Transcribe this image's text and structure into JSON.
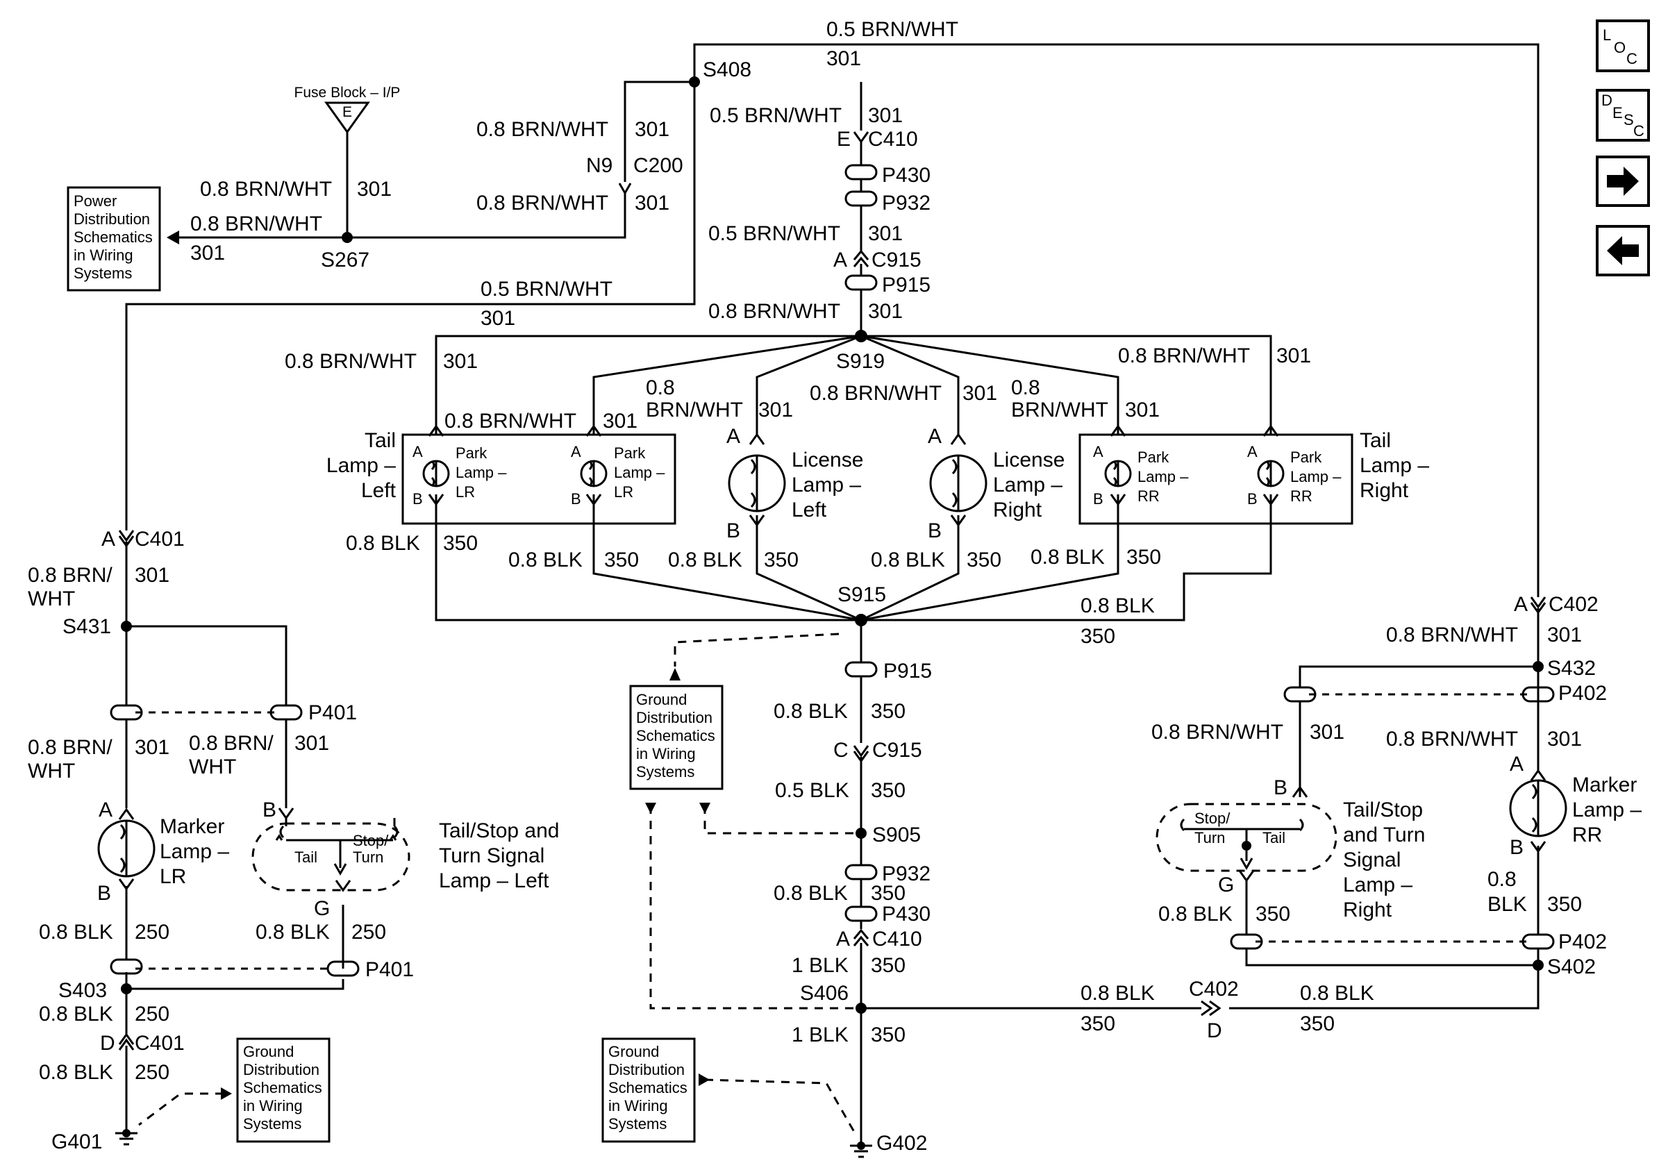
{
  "nav": {
    "loc": {
      "l": "L",
      "o": "O",
      "c": "C"
    },
    "desc": {
      "d": "D",
      "e": "E",
      "s": "S",
      "c": "C"
    },
    "next_icon": "arrow-right-icon",
    "prev_icon": "arrow-left-icon"
  },
  "wire": {
    "brnwht_05": "0.5 BRN/WHT",
    "brnwht_08": "0.8 BRN/WHT",
    "brnwht_08_split1": "0.8 BRN/",
    "brnwht_08_split2": "WHT",
    "brn_08_split1": "0.8",
    "brn_08_split2": "BRN/WHT",
    "blk_08": "0.8 BLK",
    "blk_05": "0.5 BLK",
    "blk_1": "1 BLK",
    "blk_08_split1": "0.8",
    "blk_08_split2": "BLK",
    "c301": "301",
    "c350": "350",
    "c250": "250"
  },
  "splices": {
    "s408": "S408",
    "s267": "S267",
    "s919": "S919",
    "s915": "S915",
    "s431": "S431",
    "s403": "S403",
    "s905": "S905",
    "s406": "S406",
    "s432": "S432",
    "s402": "S402"
  },
  "connectors": {
    "c410": "C410",
    "c200": "C200",
    "n9": "N9",
    "p430": "P430",
    "p932": "P932",
    "c915": "C915",
    "p915": "P915",
    "c401": "C401",
    "p401": "P401",
    "c402": "C402",
    "p402": "P402",
    "g401": "G401",
    "g402": "G402"
  },
  "pins": {
    "a": "A",
    "b": "B",
    "c": "C",
    "d": "D",
    "e": "E",
    "g": "G"
  },
  "fuse": {
    "label": "Fuse Block – I/P",
    "pin": "E"
  },
  "refboxes": {
    "power": [
      "Power",
      "Distribution",
      "Schematics",
      "in Wiring",
      "Systems"
    ],
    "ground": [
      "Ground",
      "Distribution",
      "Schematics",
      "in Wiring",
      "Systems"
    ]
  },
  "components": {
    "tail_left": [
      "Tail",
      "Lamp –",
      "Left"
    ],
    "tail_right": [
      "Tail",
      "Lamp –",
      "Right"
    ],
    "park_lr": [
      "Park",
      "Lamp –",
      "LR"
    ],
    "park_rr": [
      "Park",
      "Lamp –",
      "RR"
    ],
    "license_left": [
      "License",
      "Lamp –",
      "Left"
    ],
    "license_right": [
      "License",
      "Lamp –",
      "Right"
    ],
    "marker_lr": [
      "Marker",
      "Lamp –",
      "LR"
    ],
    "marker_rr": [
      "Marker",
      "Lamp –",
      "RR"
    ],
    "tst_left": [
      "Tail/Stop and",
      "Turn Signal",
      "Lamp – Left"
    ],
    "tst_right": [
      "Tail/Stop",
      "and Turn",
      "Signal",
      "Lamp –",
      "Right"
    ],
    "tail_word": "Tail",
    "stop_word": "Stop/",
    "turn_word": "Turn"
  }
}
